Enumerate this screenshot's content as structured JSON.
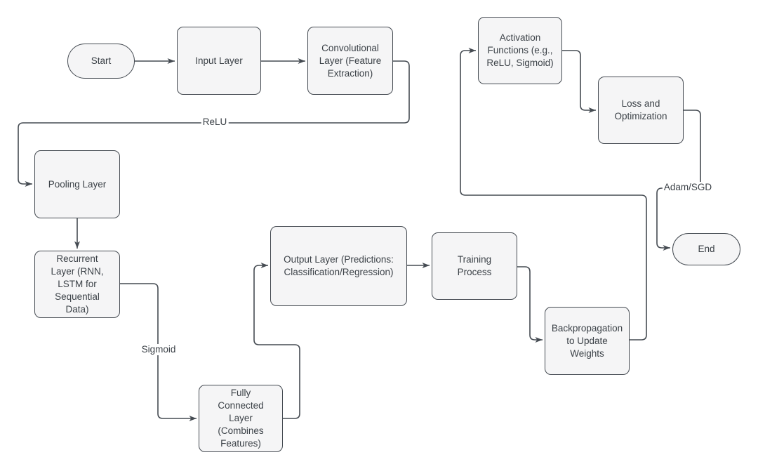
{
  "diagram": {
    "nodes": {
      "start": {
        "label": "Start"
      },
      "input_layer": {
        "label": "Input Layer"
      },
      "conv_layer": {
        "label": "Convolutional Layer (Feature Extraction)"
      },
      "pooling_layer": {
        "label": "Pooling Layer"
      },
      "recurrent_layer": {
        "label": "Recurrent Layer (RNN, LSTM for Sequential Data)"
      },
      "fully_connected_layer": {
        "label": "Fully Connected Layer (Combines Features)"
      },
      "output_layer": {
        "label": "Output Layer (Predictions: Classification/Regression)"
      },
      "training_process": {
        "label": "Training Process"
      },
      "backpropagation": {
        "label": "Backpropagation to Update Weights"
      },
      "activation_functions": {
        "label": "Activation Functions (e.g., ReLU, Sigmoid)"
      },
      "loss_optimization": {
        "label": "Loss and Optimization"
      },
      "end": {
        "label": "End"
      }
    },
    "edge_labels": {
      "relu": "ReLU",
      "sigmoid": "Sigmoid",
      "adam_sgd": "Adam/SGD"
    },
    "colors": {
      "background": "#ffffff",
      "node_fill": "#f5f5f6",
      "node_border": "#454b52",
      "connector": "#454b52",
      "text": "#3b4147"
    }
  }
}
